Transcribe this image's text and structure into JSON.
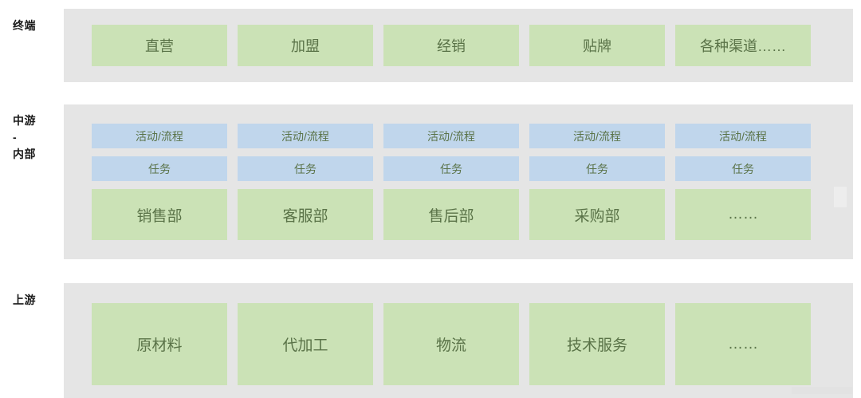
{
  "bands": [
    {
      "id": "terminal",
      "label": "终端",
      "columns": [
        {
          "cells": [
            {
              "text": "直营",
              "style": "green"
            }
          ]
        },
        {
          "cells": [
            {
              "text": "加盟",
              "style": "green"
            }
          ]
        },
        {
          "cells": [
            {
              "text": "经销",
              "style": "green"
            }
          ]
        },
        {
          "cells": [
            {
              "text": "贴牌",
              "style": "green"
            }
          ]
        },
        {
          "cells": [
            {
              "text": "各种渠道……",
              "style": "green"
            }
          ]
        }
      ]
    },
    {
      "id": "mid",
      "label": "中游\n-\n内部",
      "label_lines": [
        "中游",
        "-",
        "内部"
      ],
      "columns": [
        {
          "cells": [
            {
              "text": "活动/流程",
              "style": "blue"
            },
            {
              "text": "任务",
              "style": "blue"
            },
            {
              "text": "销售部",
              "style": "green"
            }
          ]
        },
        {
          "cells": [
            {
              "text": "活动/流程",
              "style": "blue"
            },
            {
              "text": "任务",
              "style": "blue"
            },
            {
              "text": "客服部",
              "style": "green"
            }
          ]
        },
        {
          "cells": [
            {
              "text": "活动/流程",
              "style": "blue"
            },
            {
              "text": "任务",
              "style": "blue"
            },
            {
              "text": "售后部",
              "style": "green"
            }
          ]
        },
        {
          "cells": [
            {
              "text": "活动/流程",
              "style": "blue"
            },
            {
              "text": "任务",
              "style": "blue"
            },
            {
              "text": "采购部",
              "style": "green"
            }
          ]
        },
        {
          "cells": [
            {
              "text": "活动/流程",
              "style": "blue"
            },
            {
              "text": "任务",
              "style": "blue"
            },
            {
              "text": "……",
              "style": "green"
            }
          ]
        }
      ]
    },
    {
      "id": "up",
      "label": "上游",
      "columns": [
        {
          "cells": [
            {
              "text": "原材料",
              "style": "green"
            }
          ]
        },
        {
          "cells": [
            {
              "text": "代加工",
              "style": "green"
            }
          ]
        },
        {
          "cells": [
            {
              "text": "物流",
              "style": "green"
            }
          ]
        },
        {
          "cells": [
            {
              "text": "技术服务",
              "style": "green"
            }
          ]
        },
        {
          "cells": [
            {
              "text": "……",
              "style": "green"
            }
          ]
        }
      ]
    }
  ],
  "colors": {
    "band_background": "#e5e5e5",
    "card_green": "#cbe2b6",
    "card_blue": "#c0d6ec",
    "card_text": "#5a7348",
    "label_text": "#1a1a1a",
    "page_background": "#ffffff"
  }
}
